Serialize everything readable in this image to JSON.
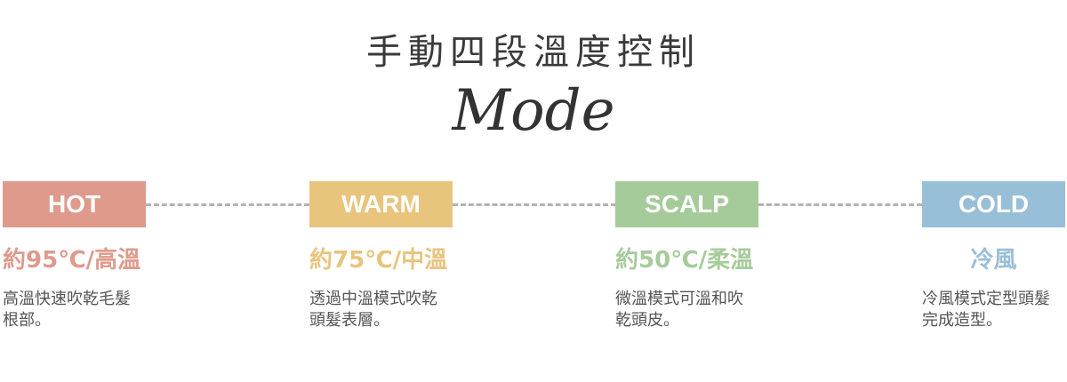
{
  "title": "手動四段溫度控制",
  "subtitle": "Mode",
  "modes": [
    {
      "label": "HOT",
      "temp": "約95℃/高溫",
      "desc_line1": "高溫快速吹乾毛髮",
      "desc_line2": "根部。",
      "color": "#df9a8c"
    },
    {
      "label": "WARM",
      "temp": "約75℃/中溫",
      "desc_line1": "透過中溫模式吹乾",
      "desc_line2": "頭髮表層。",
      "color": "#e9c47d"
    },
    {
      "label": "SCALP",
      "temp": "約50℃/柔溫",
      "desc_line1": "微溫模式可溫和吹",
      "desc_line2": "乾頭皮。",
      "color": "#a6cb9a"
    },
    {
      "label": "COLD",
      "temp": "冷風",
      "desc_line1": "冷風模式定型頭髮",
      "desc_line2": "完成造型。",
      "color": "#98bfd8"
    }
  ]
}
